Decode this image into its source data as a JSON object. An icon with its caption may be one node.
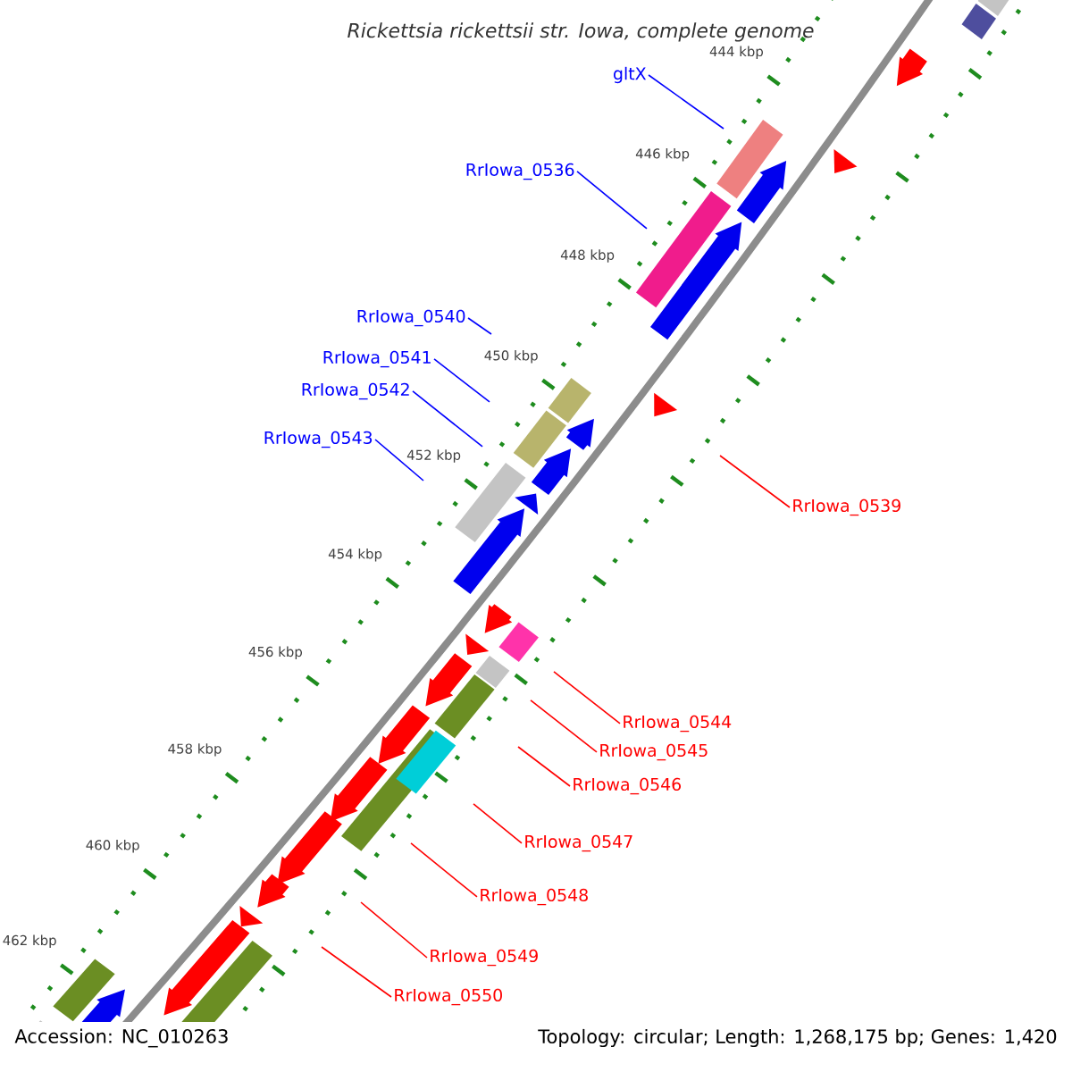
{
  "diagram": {
    "title": "Rickettsia rickettsii str. Iowa, complete genome",
    "nodes": [
      {
        "text": [
          "gltX"
        ]
      },
      {
        "text": [
          "RrIowa_0536"
        ]
      },
      {
        "text": [
          "RrIowa_0540"
        ]
      },
      {
        "text": [
          "RrIowa_0541"
        ]
      },
      {
        "text": [
          "RrIowa_0542"
        ]
      },
      {
        "text": [
          "RrIowa_0543"
        ]
      },
      {
        "text": [
          "RrIowa_0539"
        ]
      },
      {
        "text": [
          "RrIowa_0544"
        ]
      },
      {
        "text": [
          "RrIowa_0545"
        ]
      },
      {
        "text": [
          "RrIowa_0546"
        ]
      },
      {
        "text": [
          "RrIowa_0547"
        ]
      },
      {
        "text": [
          "RrIowa_0548"
        ]
      },
      {
        "text": [
          "RrIowa_0549"
        ]
      },
      {
        "text": [
          "RrIowa_0550"
        ]
      }
    ],
    "edges": [
      {
        "from": 0,
        "to": null,
        "arrow": "none",
        "color": "#0000ff"
      },
      {
        "from": 1,
        "to": null,
        "arrow": "none",
        "color": "#0000ff"
      },
      {
        "from": 2,
        "to": null,
        "arrow": "none",
        "color": "#0000ff"
      },
      {
        "from": 3,
        "to": null,
        "arrow": "none",
        "color": "#0000ff"
      },
      {
        "from": 4,
        "to": null,
        "arrow": "none",
        "color": "#0000ff"
      },
      {
        "from": 5,
        "to": null,
        "arrow": "none",
        "color": "#0000ff"
      },
      {
        "from": 6,
        "to": null,
        "arrow": "none"
      },
      {
        "from": 7,
        "to": null,
        "arrow": "none"
      },
      {
        "from": 8,
        "to": null,
        "arrow": "none"
      },
      {
        "from": 9,
        "to": null,
        "arrow": "none"
      },
      {
        "from": 10,
        "to": null,
        "arrow": "none"
      },
      {
        "from": 11,
        "to": null,
        "arrow": "none"
      },
      {
        "from": 12,
        "to": null,
        "arrow": "none"
      },
      {
        "from": 13,
        "to": null,
        "arrow": "none"
      }
    ],
    "labels": [
      "444 kbp",
      "446 kbp",
      "448 kbp",
      "450 kbp",
      "452 kbp",
      "454 kbp",
      "456 kbp",
      "458 kbp",
      "460 kbp",
      "462 kbp",
      "Accession: NC_010263",
      "Topology: circular; Length: 1,268,175 bp; Genes: 1,420"
    ]
  }
}
